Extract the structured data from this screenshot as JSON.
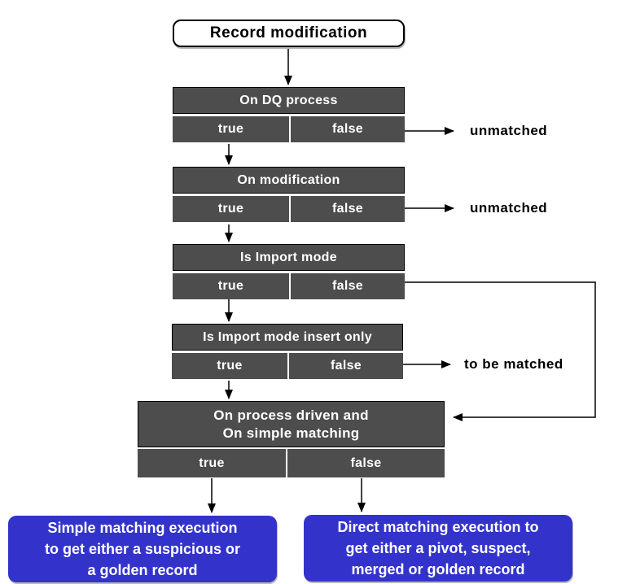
{
  "diagram": {
    "type": "decision-flowchart",
    "colors": {
      "node_gray": "#4D4D4D",
      "result_blue": "#3333CC",
      "connector_black": "#000000",
      "text_on_dark": "#FFFFFF",
      "text_on_light": "#000000"
    },
    "start": {
      "label": "Record modification"
    },
    "decisions": [
      {
        "id": "on-dq-process",
        "label": "On DQ process",
        "true_label": "true",
        "false_label": "false",
        "false_outcome": "unmatched"
      },
      {
        "id": "on-modification",
        "label": "On modification",
        "true_label": "true",
        "false_label": "false",
        "false_outcome": "unmatched"
      },
      {
        "id": "is-import-mode",
        "label": "Is Import mode",
        "true_label": "true",
        "false_label": "false"
      },
      {
        "id": "is-import-mode-insert-only",
        "label": "Is Import mode insert only",
        "true_label": "true",
        "false_label": "false",
        "false_outcome": "to be matched"
      },
      {
        "id": "on-process-driven-and-simple-matching",
        "label": "On process driven and\nOn simple matching",
        "true_label": "true",
        "false_label": "false"
      }
    ],
    "results": [
      {
        "id": "simple-matching-execution",
        "text": "Simple matching execution\nto get either a suspicious or\na golden record"
      },
      {
        "id": "direct-matching-execution",
        "text": "Direct matching execution  to\nget either a pivot, suspect,\nmerged or golden record"
      }
    ]
  }
}
